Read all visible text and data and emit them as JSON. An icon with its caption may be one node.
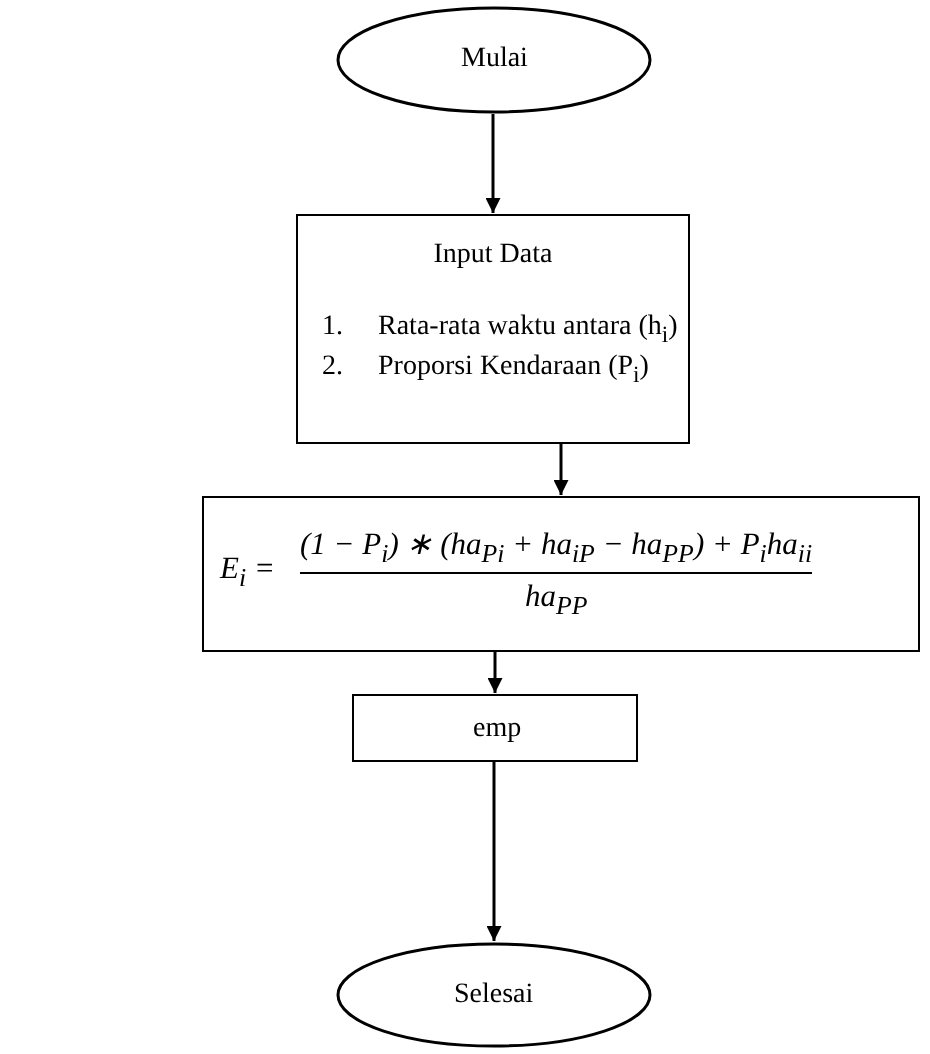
{
  "diagram": {
    "nodes": [
      {
        "text": [
          "Mulai"
        ]
      },
      {
        "text": [
          "Input Data",
          "1.",
          "Rata-rata waktu antara (h$_{i}$)",
          "2.",
          "Proporsi Kendaraan (P$_{i}$)"
        ]
      },
      {
        "text": [
          "E$_{i}$ =",
          "(1 − P$_{i}$) ∗ (ha$_{Pi}$ + ha$_{iP}$ − ha$_{PP}$) + P$_{i}$ha$_{ii}$",
          "ha$_{PP}$"
        ]
      },
      {
        "text": [
          "emp"
        ]
      },
      {
        "text": [
          "Selesai"
        ]
      }
    ],
    "edges": [
      {
        "from": 0,
        "to": 1,
        "arrow": "to"
      },
      {
        "from": 1,
        "to": 2,
        "arrow": "to"
      },
      {
        "from": 2,
        "to": 3,
        "arrow": "to"
      },
      {
        "from": 3,
        "to": 4,
        "arrow": "to"
      }
    ]
  }
}
